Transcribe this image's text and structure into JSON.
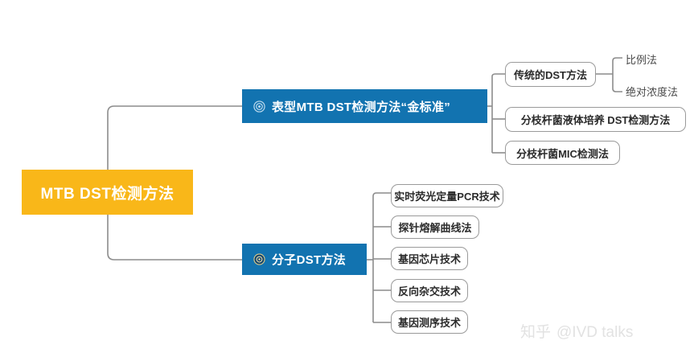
{
  "diagram": {
    "type": "mind-map",
    "orientation": "left-to-right",
    "colors": {
      "root_fill": "#F9B719",
      "branch_fill": "#1273B0",
      "node_text": "#2b2b2b",
      "connector": "#8c8c8c",
      "watermark": "#e2e2e2"
    },
    "root": {
      "label": "MTB  DST检测方法"
    },
    "branches": [
      {
        "id": "phenotypic",
        "label": "表型MTB  DST检测方法“金标准”",
        "icon": "bullseye-icon",
        "children": [
          {
            "id": "traditional",
            "label": "传统的DST方法",
            "children": [
              {
                "id": "proportion",
                "label": "比例法"
              },
              {
                "id": "absolute-concentration",
                "label": "绝对浓度法"
              }
            ]
          },
          {
            "id": "liquid-culture",
            "label": "分枝杆菌液体培养  DST检测方法",
            "children": []
          },
          {
            "id": "mic",
            "label": "分枝杆菌MIC检测法",
            "children": []
          }
        ]
      },
      {
        "id": "molecular",
        "label": "分子DST方法",
        "icon": "bullseye-icon",
        "children": [
          {
            "id": "qpcr",
            "label": "实时荧光定量PCR技术",
            "children": []
          },
          {
            "id": "probe-melting",
            "label": "探针熔解曲线法",
            "children": []
          },
          {
            "id": "gene-chip",
            "label": "基因芯片技术",
            "children": []
          },
          {
            "id": "reverse-hybridization",
            "label": "反向杂交技术",
            "children": []
          },
          {
            "id": "gene-sequencing",
            "label": "基因测序技术",
            "children": []
          }
        ]
      }
    ]
  },
  "watermark": {
    "site": "知乎",
    "handle": "@IVD talks"
  }
}
